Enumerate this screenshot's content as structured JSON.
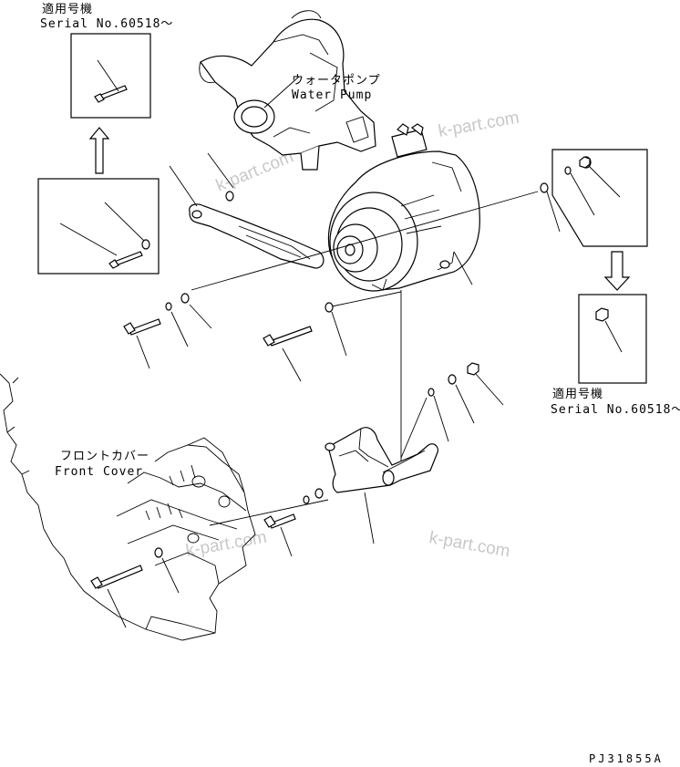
{
  "labels": {
    "serial_top": {
      "jp": "適用号機",
      "en": "Serial No.60518～"
    },
    "serial_right": {
      "jp": "適用号機",
      "en": "Serial No.60518～"
    },
    "water_pump": {
      "jp": "ウォータポンプ",
      "en": "Water Pump"
    },
    "front_cover": {
      "jp": "フロントカバー",
      "en": "Front Cover"
    }
  },
  "watermark": "k-part.com",
  "drawing_code": "PJ31855A"
}
